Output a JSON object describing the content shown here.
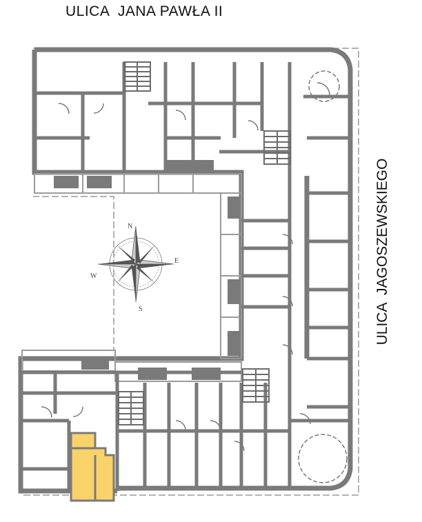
{
  "streets": {
    "north": "ULICA  JANA PAWŁA II",
    "east": "ULICA  JAGOSZEWSKIEGO"
  },
  "compass": {
    "n": "N",
    "e": "E",
    "s": "S",
    "w": "W"
  },
  "colors": {
    "wall": "#7a7a7a",
    "highlight": "#f9d36a",
    "stair": "#6b6b6b",
    "background": "#ffffff"
  },
  "highlighted_unit": {
    "state": "selected"
  }
}
